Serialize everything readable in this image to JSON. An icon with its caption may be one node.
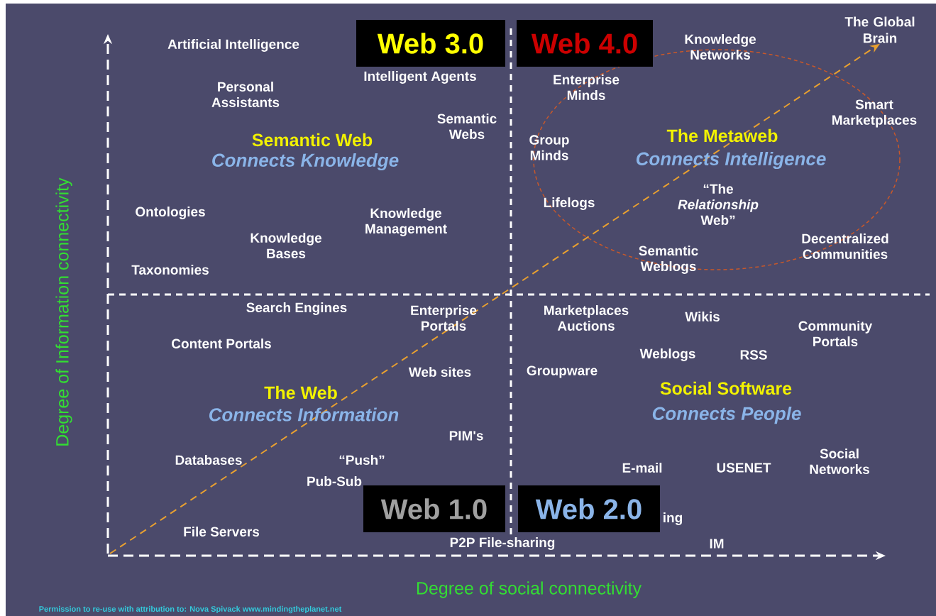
{
  "diagram": {
    "nodes": [
      {
        "text": [
          "Web 3.0"
        ]
      },
      {
        "text": [
          "Web 4.0"
        ]
      },
      {
        "text": [
          "Web 1.0"
        ]
      },
      {
        "text": [
          "Web 2.0"
        ]
      },
      {
        "text": [
          "The Global Brain"
        ]
      }
    ],
    "edges": [
      {
        "from": null,
        "to": 4,
        "arrow": "to",
        "style": "dashed",
        "color": "#e8a030"
      }
    ],
    "labels": [
      "Artificial Intelligence",
      "Intelligent Agents",
      "Knowledge Networks",
      "Personal Assistants",
      "Enterprise Minds",
      "Smart Marketplaces",
      "Semantic Webs",
      "Semantic Web",
      "The Metaweb",
      "Group Minds",
      "Connects Knowledge",
      "Connects Intelligence",
      "Lifelogs",
      "“The *Relationship* Web”",
      "Ontologies",
      "Knowledge Management",
      "Knowledge Bases",
      "Decentralized Communities",
      "Semantic Weblogs",
      "Taxonomies",
      "Search Engines",
      "Enterprise Portals",
      "Marketplaces Auctions",
      "Wikis",
      "Community Portals",
      "Content Portals",
      "Weblogs",
      "RSS",
      "Web sites",
      "Groupware",
      "The Web",
      "Social Software",
      "Connects Information",
      "Connects People",
      "PIM's",
      "Databases",
      "“Push”",
      "Social Networks",
      "E-mail",
      "USENET",
      "Pub-Sub",
      "ing",
      "File Servers",
      "P2P File-sharing",
      "IM",
      "Degree of Information connectivity",
      "Degree of social connectivity",
      "Permission to re-use with attribution to: Nova Spivack www.mindingtheplanet.net"
    ]
  }
}
